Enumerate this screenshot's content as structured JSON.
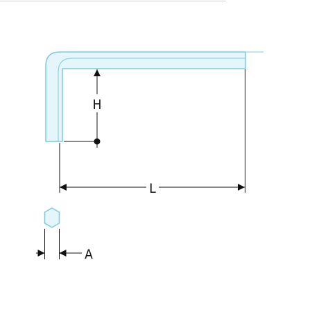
{
  "labels": {
    "height": "H",
    "length": "L",
    "hex_width": "A"
  },
  "colors": {
    "key_fill": "#e4f6fb",
    "key_stroke": "#7dc8e0",
    "line": "#111111",
    "top_rule": "#cfcfcf"
  }
}
